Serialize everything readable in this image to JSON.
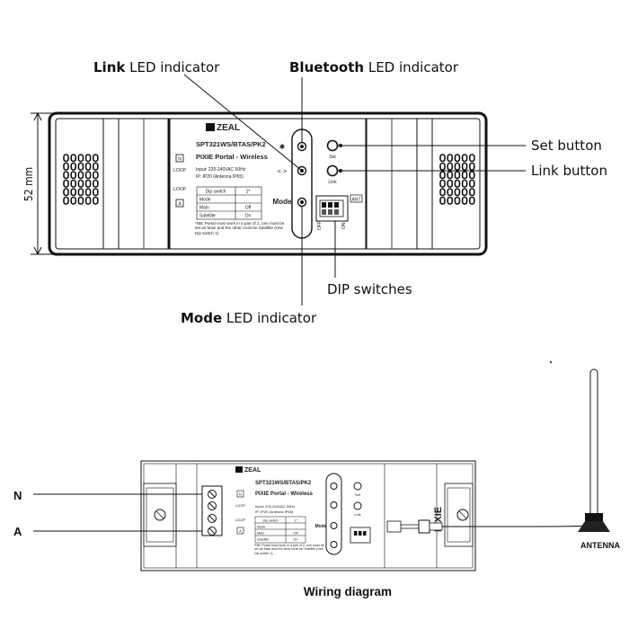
{
  "top_view": {
    "callouts": {
      "link_led": {
        "bold": "Link",
        "rest": " LED indicator"
      },
      "bluetooth_led": {
        "bold": "Bluetooth",
        "rest": " LED indicator"
      },
      "mode_led": {
        "bold": "Mode",
        "rest": " LED indicator"
      },
      "set_button": "Set button",
      "link_button": "Link button",
      "dip_switches": "DIP switches"
    },
    "dimension": "52 mm",
    "device": {
      "brand": "ZEAL",
      "model": "SPT321WS/BTAS/PK2",
      "product": "PIXIE Portal - Wireless",
      "input": "Input: 220-240VAC 50Hz",
      "ip": "IP: IP20 (Antenna IP65)",
      "terminal_n": "N",
      "terminal_a": "A",
      "loop_1": "LOOP",
      "loop_2": "LOOP",
      "mode_label": "Mode",
      "set_label": "Set",
      "link_label": "Link",
      "ant_label": "ANT",
      "bt_symbol": "✱",
      "link_symbol": "<·>",
      "dip_off": "OFF",
      "dip_on": "ON",
      "table": {
        "header": [
          "Dip switch",
          "1*"
        ],
        "rows": [
          [
            "Mode",
            ""
          ],
          [
            "Main",
            "Off"
          ],
          [
            "Satellite",
            "On"
          ]
        ]
      },
      "note": "*NB: Portal must work in a pair of 2, one must be set as Main and the other must be Satellite (Use Dip switch 1)"
    }
  },
  "wiring_view": {
    "caption": "Wiring diagram",
    "wire_n": "N",
    "wire_a": "A",
    "antenna": "ANTENNA",
    "side_text": "PIXIE",
    "device": {
      "brand": "ZEAL",
      "model": "SPT321WS/BTAS/PK2",
      "product": "PIXIE Portal - Wireless",
      "input": "Input: 220-240VAC 50Hz",
      "ip": "IP: IP20 (Antenna IP65)",
      "terminal_n": "N",
      "terminal_a": "A",
      "loop_1": "LOOP",
      "loop_2": "LOOP",
      "mode_label": "Mode",
      "set_label": "Set",
      "link_label": "Link",
      "table": {
        "header": [
          "Dip switch",
          "1*"
        ],
        "rows": [
          [
            "Mode",
            ""
          ],
          [
            "Main",
            "Off"
          ],
          [
            "Satellite",
            "On"
          ]
        ]
      },
      "note": "*NB: Portal must work in a pair of 2, one must be set as Main and the other must be Satellite (Use Dip switch 1)"
    }
  }
}
